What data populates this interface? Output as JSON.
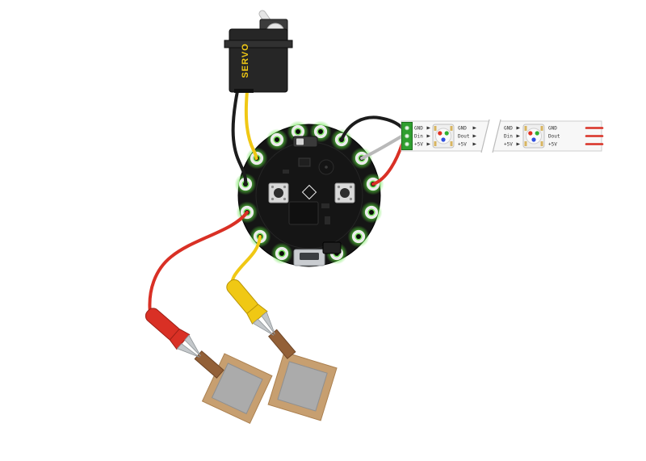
{
  "servo": {
    "label": "SERVO"
  },
  "led_strip": {
    "segments": [
      {
        "left": [
          "GND",
          "Din",
          "+5V"
        ],
        "right": [
          "GND",
          "Dout",
          "+5V"
        ]
      },
      {
        "left": [
          "GND",
          "Din",
          "+5V"
        ],
        "right": [
          "GND",
          "Dout",
          "+5V"
        ]
      }
    ]
  },
  "colors": {
    "wire_black": "#1c1c1c",
    "wire_yellow": "#f0c814",
    "wire_red": "#d93025",
    "wire_gray": "#b9b9b9",
    "pad_glow_green": "#5ae23c",
    "strip_terminal_green": "#2f9e2f",
    "copper_tape": "#c79f70",
    "foil_gray": "#ababab",
    "servo_body": "#262626",
    "board_black": "#151515"
  }
}
